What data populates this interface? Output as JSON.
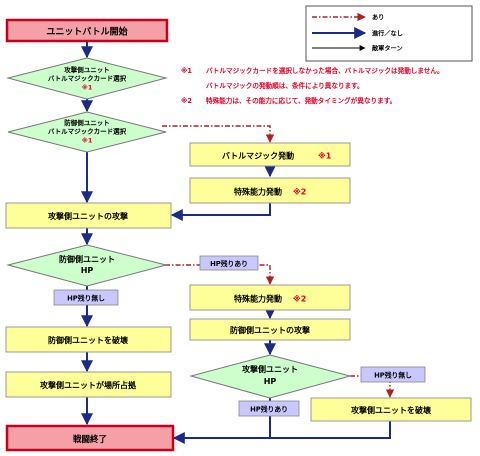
{
  "nodes": {
    "start": "ユニットバトル開始",
    "attacker_select_l1": "攻撃側ユニット",
    "attacker_select_l2": "バトルマジックカード選択",
    "attacker_select_note": "※1",
    "defender_select_l1": "防御側ユニット",
    "defender_select_l2": "バトルマジックカード選択",
    "defender_select_note": "※1",
    "battle_magic": "バトルマジック発動",
    "battle_magic_note": "※1",
    "special_ability_1": "特殊能力発動",
    "special_ability_1_note": "※2",
    "attacker_attack": "攻撃側ユニットの攻撃",
    "defender_hp_l1": "防御側ユニット",
    "defender_hp_l2": "HP",
    "hp_remaining_1": "HP残りあり",
    "hp_none_1": "HP残り無し",
    "special_ability_2": "特殊能力発動",
    "special_ability_2_note": "※2",
    "destroy_defender": "防御側ユニットを破壊",
    "defender_attack": "防御側ユニットの攻撃",
    "attacker_hp_l1": "攻撃側ユニット",
    "attacker_hp_l2": "HP",
    "hp_none_2": "HP残り無し",
    "attacker_occupies": "攻撃側ユニットが場所占拠",
    "hp_remaining_2": "HP残りあり",
    "destroy_attacker": "攻撃側ユニットを破壊",
    "end": "戦闘終了"
  },
  "notes": {
    "n1_mark": "※1",
    "n1_text": "バトルマジックカードを選択しなかった場合、バトルマジックは発動しません。",
    "n1b_text": "バトルマジックの発動順は、条件により異なります。",
    "n2_mark": "※2",
    "n2_text": "特殊能力は、その能力に応じて、発動タイミングが異なります。"
  },
  "legend": {
    "yes": "あり",
    "proceed_none": "進行／なし",
    "next_turn": "敵軍ターン"
  },
  "colors": {
    "start_end_fill": "#f4a0a6",
    "start_end_border": "#c8001e",
    "process_fill": "#ffff99",
    "decision_fill": "#ccffcc",
    "label_fill": "#c8c8ff",
    "arrow_blue": "#1c2a88",
    "arrow_red": "#b02020",
    "note_red": "#e0002a"
  }
}
